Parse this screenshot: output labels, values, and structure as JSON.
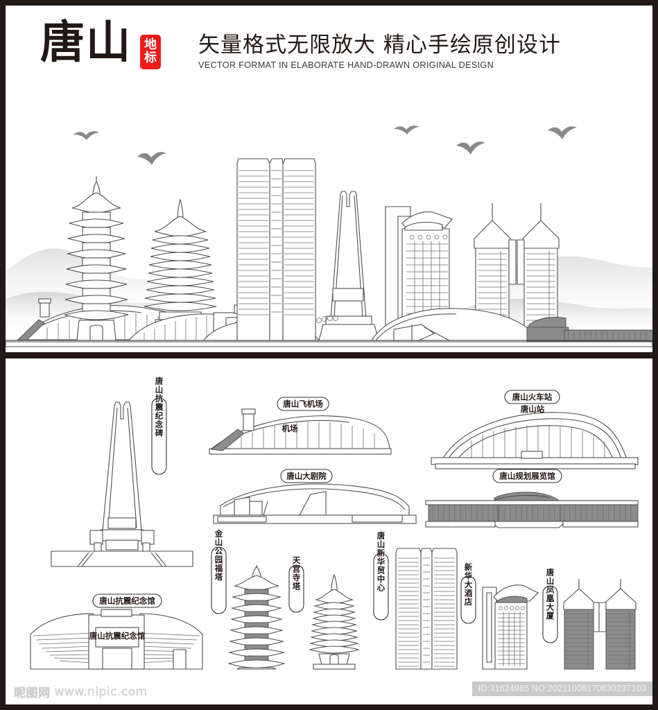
{
  "header": {
    "city_title": "唐山",
    "badge_line1": "地",
    "badge_line2": "标",
    "badge_color": "#ef1b19",
    "subtitle_cn": "矢量格式无限放大  精心手绘原创设计",
    "subtitle_en": "VECTOR FORMAT IN ELABORATE HAND-DRAWN ORIGINAL DESIGN"
  },
  "skyline": {
    "caption_building_sign": "唐山站",
    "landmarks": [
      "金山公园福塔",
      "天宫寺塔",
      "唐山新华贸中心",
      "唐山抗震纪念碑",
      "新华大酒店",
      "唐山凤凰大厦",
      "唐山大剧院",
      "唐山火车站",
      "唐山飞机场"
    ]
  },
  "landmarks": [
    {
      "id": "monument",
      "label": "唐山抗震纪念碑",
      "orientation": "vertical"
    },
    {
      "id": "airport",
      "label": "唐山飞机场",
      "orientation": "horizontal",
      "sign": "机场"
    },
    {
      "id": "station",
      "label": "唐山火车站",
      "orientation": "horizontal",
      "sign": "唐山站"
    },
    {
      "id": "theatre",
      "label": "唐山大剧院",
      "orientation": "horizontal"
    },
    {
      "id": "exhibition",
      "label": "唐山规划展览馆",
      "orientation": "horizontal"
    },
    {
      "id": "memorial",
      "label": "唐山抗震纪念馆",
      "orientation": "horizontal",
      "sign": "唐山抗震纪念馆"
    },
    {
      "id": "futa",
      "label": "金山公园福塔",
      "orientation": "vertical"
    },
    {
      "id": "tiangong",
      "label": "天宫寺塔",
      "orientation": "vertical"
    },
    {
      "id": "xinhuamao",
      "label": "唐山新华贸中心",
      "orientation": "vertical"
    },
    {
      "id": "xinhuahotel",
      "label": "新华大酒店",
      "orientation": "vertical"
    },
    {
      "id": "fenghuang",
      "label": "唐山凤凰大厦",
      "orientation": "vertical"
    }
  ],
  "footer": {
    "watermark_cn": "昵图网",
    "watermark_url": "www.nipic.com",
    "id_text": "ID:31624985 NO:20211008170830237103"
  },
  "colors": {
    "frame": "#231815",
    "ink": "#4d4d4d",
    "accent_red": "#ef1b19",
    "background": "#ffffff"
  }
}
